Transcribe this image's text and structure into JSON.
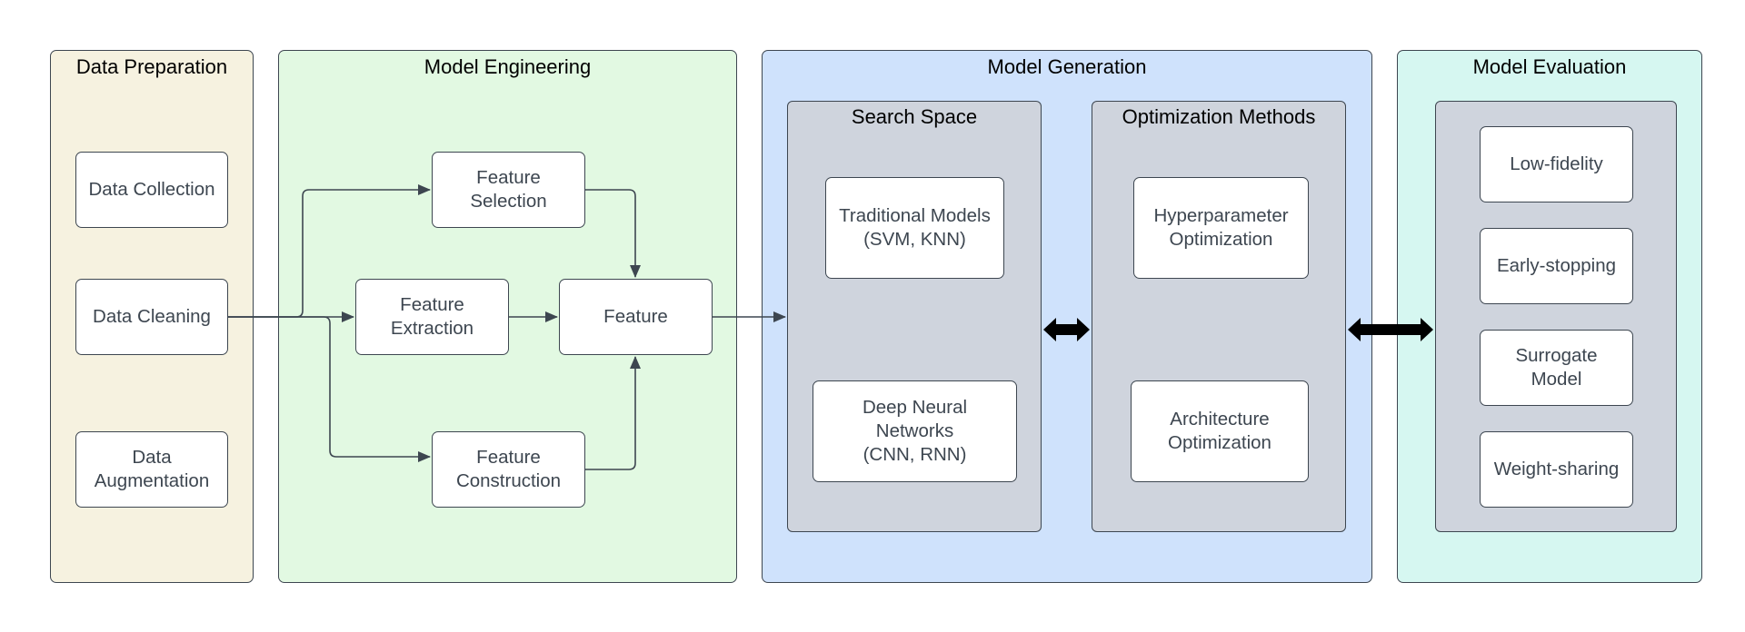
{
  "sections": {
    "data_preparation": {
      "title": "Data Preparation",
      "items": [
        "Data Collection",
        "Data Cleaning",
        "Data\nAugmentation"
      ]
    },
    "model_engineering": {
      "title": "Model Engineering",
      "items": {
        "feature_selection": "Feature\nSelection",
        "feature_extraction": "Feature\nExtraction",
        "feature": "Feature",
        "feature_construction": "Feature\nConstruction"
      }
    },
    "model_generation": {
      "title": "Model Generation",
      "search_space": {
        "title": "Search Space",
        "items": [
          "Traditional Models\n(SVM, KNN)",
          "Deep Neural\nNetworks\n(CNN, RNN)"
        ]
      },
      "optimization_methods": {
        "title": "Optimization Methods",
        "items": [
          "Hyperparameter\nOptimization",
          "Architecture\nOptimization"
        ]
      }
    },
    "model_evaluation": {
      "title": "Model Evaluation",
      "items": [
        "Low-fidelity",
        "Early-stopping",
        "Surrogate\nModel",
        "Weight-sharing"
      ]
    }
  },
  "colors": {
    "data_preparation": "#f6f2e0",
    "model_engineering": "#e2f9e2",
    "model_generation": "#cfe2fc",
    "model_evaluation": "#d6f7f1",
    "inner_container": "#cfd4dd",
    "box": "#ffffff",
    "stroke": "#3d4650"
  }
}
